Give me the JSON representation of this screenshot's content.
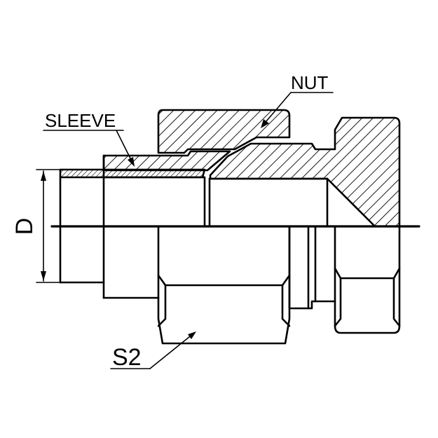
{
  "diagram": {
    "labels": {
      "nut": "NUT",
      "sleeve": "SLEEVE",
      "s2": "S2",
      "d": "D"
    },
    "colors": {
      "line": "#000000",
      "background": "#ffffff"
    }
  }
}
